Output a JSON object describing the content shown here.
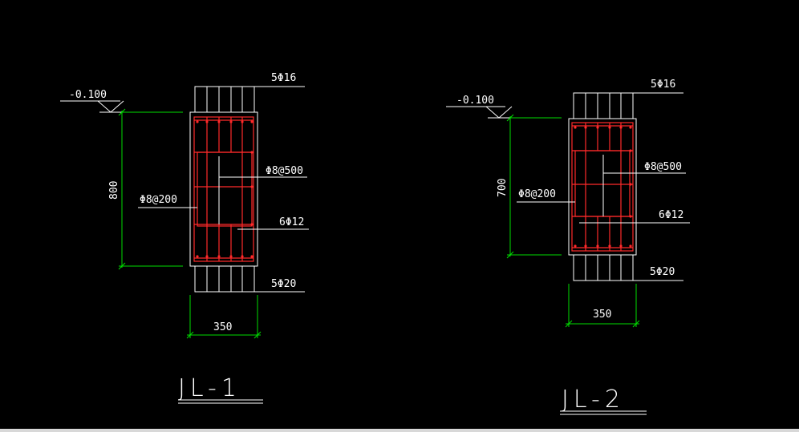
{
  "colors": {
    "background": "#000000",
    "outline": "#ffffff",
    "rebar": "#ff2a2a",
    "dimension": "#00dd00"
  },
  "jl1": {
    "title": "JL-1",
    "elevation": "-0.100",
    "height": "800",
    "width": "350",
    "top_bar": "5Φ16",
    "bottom_bar": "5Φ20",
    "stirrup": "Φ8@200",
    "tie": "Φ8@500",
    "side_bar": "6Φ12"
  },
  "jl2": {
    "title": "JL-2",
    "elevation": "-0.100",
    "height": "700",
    "width": "350",
    "top_bar": "5Φ16",
    "bottom_bar": "5Φ20",
    "stirrup": "Φ8@200",
    "tie": "Φ8@500",
    "side_bar": "6Φ12"
  }
}
